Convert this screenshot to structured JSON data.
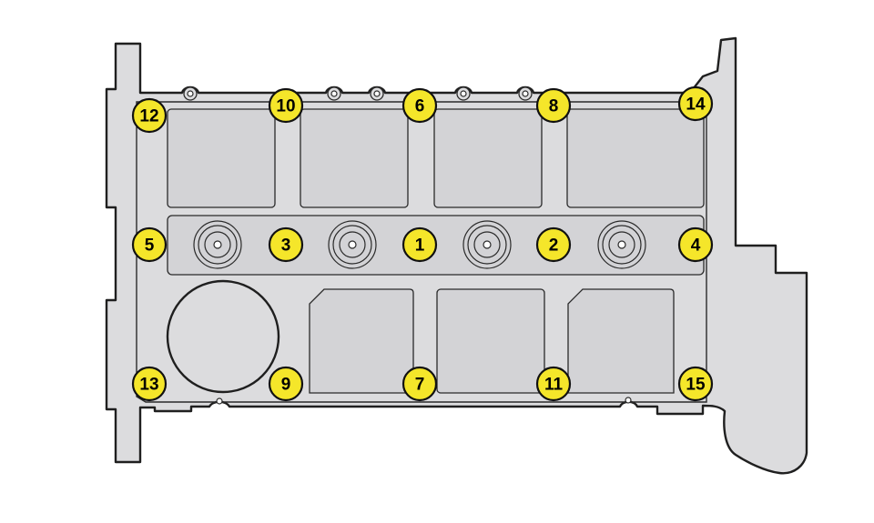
{
  "colors": {
    "badge_fill": "#f5e62a",
    "badge_stroke": "#111111",
    "part_fill": "#dcdcde",
    "outline": "#1f1f1f"
  },
  "badges": [
    {
      "label": "1"
    },
    {
      "label": "2"
    },
    {
      "label": "3"
    },
    {
      "label": "4"
    },
    {
      "label": "5"
    },
    {
      "label": "6"
    },
    {
      "label": "7"
    },
    {
      "label": "8"
    },
    {
      "label": "9"
    },
    {
      "label": "10"
    },
    {
      "label": "11"
    },
    {
      "label": "12"
    },
    {
      "label": "13"
    },
    {
      "label": "14"
    },
    {
      "label": "15"
    }
  ]
}
